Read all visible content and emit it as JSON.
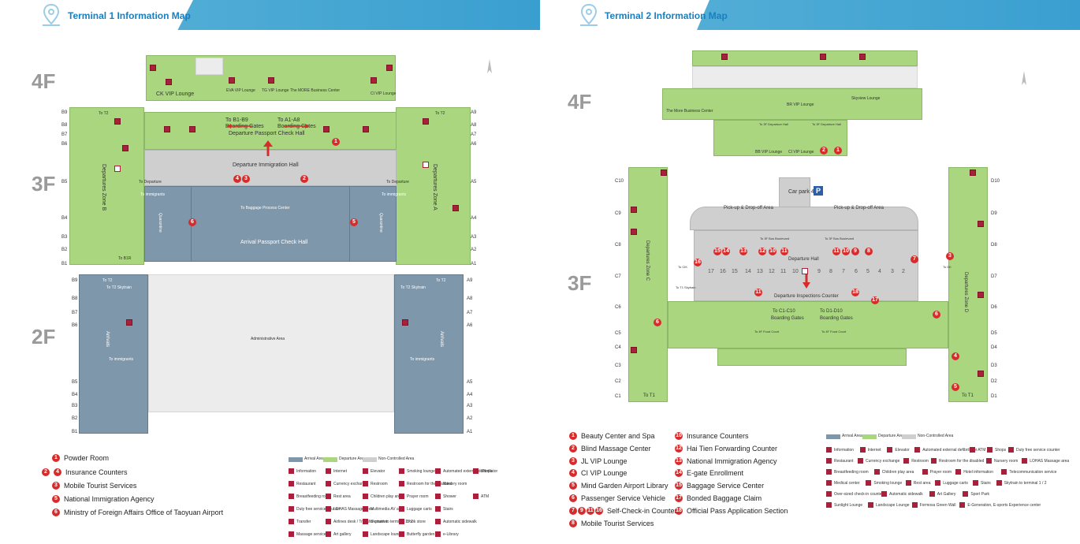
{
  "t1": {
    "title": "Terminal 1 Information Map",
    "floors": {
      "f4": "4F",
      "f3": "3F",
      "f2": "2F"
    },
    "labels": {
      "departure_passport": "Departure Passport Check Hall",
      "departure_immigration": "Departure Immigration Hall",
      "to_baggage": "To Baggage Process Center",
      "arrival_passport": "Arrival Passport Check Hall",
      "to_b1_b9": "To B1-B9",
      "boarding_gates_l": "Boarding Gates",
      "to_a1_a8": "To A1-A8",
      "boarding_gates_r": "Boarding Gates",
      "zone_b": "Departures Zone B",
      "zone_a": "Departures Zone A",
      "quarantine_l": "Quarantine",
      "quarantine_r": "Quarantine",
      "to_departure_l": "To Departure",
      "to_departure_r": "To Departure",
      "to_immigrants_l": "To immigrants",
      "to_immigrants_r": "To immigrants",
      "to_immigrants_2l": "To immigrants",
      "to_immigrants_2r": "To immigrants",
      "to_t2_3l": "To T2",
      "to_t2_3r": "To T2",
      "to_t2_2l": "To T2",
      "to_t2_2r": "To T2",
      "skytrain_l": "To T2 Skytrain",
      "skytrain_r": "To T2 Skytrain",
      "to_b1r": "To B1R",
      "admin_area": "Administrative Area",
      "arrivals_l": "Arrivals",
      "arrivals_r": "Arrivals",
      "lounge_ck": "CK VIP Lounge",
      "lounge_ev": "EVA VIP Lounge",
      "lounge_td": "TG VIP Lounge",
      "lounge_more": "The MORE Business Center",
      "lounge_ci": "CI VIP Lounge"
    },
    "gates_left_3f": [
      "B9",
      "B8",
      "B7",
      "B6",
      "B5",
      "B4",
      "B3",
      "B2",
      "B1"
    ],
    "gates_right_3f": [
      "A9",
      "A8",
      "A7",
      "A6",
      "A5",
      "A4",
      "A3",
      "A2",
      "A1"
    ],
    "gates_left_2f": [
      "B9",
      "B8",
      "B7",
      "B6",
      "B5",
      "B4",
      "B3",
      "B2",
      "B1"
    ],
    "gates_right_2f": [
      "A9",
      "A8",
      "A7",
      "A6",
      "A5",
      "A4",
      "A3",
      "A2",
      "A1"
    ],
    "markers": {
      "m1": "1",
      "m2": "2",
      "m3": "3",
      "m4": "4",
      "m5": "5",
      "m6": "6"
    },
    "legend_numbered": [
      {
        "num": "1",
        "label": "Powder Room"
      },
      {
        "num": "2",
        "num2": "4",
        "label": "Insurance Counters"
      },
      {
        "num": "3",
        "label": "Mobile Tourist Services"
      },
      {
        "num": "5",
        "label": "National Immigration Agency"
      },
      {
        "num": "6",
        "label": "Ministry of Foreign Affairs Office of Taoyuan Airport"
      }
    ],
    "area_legend": [
      "Arrival Area",
      "Departure Area",
      "Non-Controlled Area"
    ],
    "symbol_legend": [
      [
        "Information",
        "Internet",
        "Elevator",
        "Smoking lounge",
        "Automated external defibrillator",
        "Shops"
      ],
      [
        "Restaurant",
        "Currency exchange",
        "Restroom",
        "Restroom for the disabled",
        "Nursery room"
      ],
      [
        "Breastfeeding room",
        "Rest area",
        "Children play area",
        "Prayer room",
        "Shower",
        "ATM"
      ],
      [
        "Duty free service counter",
        "LOHAS Massage area",
        "Multimedia AV area",
        "Luggage carts",
        "Stairs"
      ],
      [
        "Transfer",
        "Airlines desk / Transfer counter",
        "Skytrain to terminal 1 / 2",
        "Book store",
        "Automatic sidewalk"
      ],
      [
        "Massage service",
        "Art gallery",
        "Landscape lounge",
        "Butterfly garden",
        "e-Library"
      ]
    ]
  },
  "t2": {
    "title": "Terminal 2 Information Map",
    "floors": {
      "f4": "4F",
      "f3": "3F"
    },
    "labels": {
      "the_more": "The More Business Center",
      "skyview": "Skyview Lounge",
      "br": "BR VIP Lounge",
      "bb": "BB VIP Lounge",
      "ci": "CI VIP Lounge",
      "to_3f_l": "To 3F Departure Hall",
      "to_3f_r": "To 3F Departure Hall",
      "carpark": "Car park 4",
      "pickup_l": "Pick-up & Drop-off Area",
      "pickup_r": "Pick-up & Drop-off Area",
      "dep_hall": "Departure Hall",
      "dep_inspect": "Departure Inspections Counter",
      "to_c": "To C1-C10",
      "to_c_bg": "Boarding Gates",
      "to_d": "To D1-D10",
      "to_d_bg": "Boarding Gates",
      "zone_c": "Departures Zone C",
      "zone_d": "Departures Zone D",
      "to_t1_l": "To T1",
      "to_t1_r": "To T1",
      "to_t1_sky": "To T1 Skytrain",
      "to_4f_l": "To 4F Food Court",
      "to_4f_r": "To 4F Food Court",
      "to_3f_bl": "To 3F Bus Boulevard",
      "to_3f_br": "To 3F Bus Boulevard",
      "to_cik": "To CIK",
      "to_dk": "To DK"
    },
    "counters": [
      "17",
      "16",
      "15",
      "14",
      "13",
      "12",
      "11",
      "10",
      "9",
      "8",
      "7",
      "6",
      "5",
      "4",
      "3",
      "2"
    ],
    "gates_left": [
      "C10",
      "C9",
      "C8",
      "C7",
      "C6",
      "C5",
      "C4",
      "C3",
      "C2",
      "C1"
    ],
    "gates_right": [
      "D10",
      "D9",
      "D8",
      "D7",
      "D6",
      "D5",
      "D4",
      "D3",
      "D2",
      "D1"
    ],
    "legend_left": [
      {
        "nums": [
          "1"
        ],
        "label": "Beauty Center and Spa"
      },
      {
        "nums": [
          "2"
        ],
        "label": "Blind Massage Center"
      },
      {
        "nums": [
          "3"
        ],
        "label": "JL VIP Lounge"
      },
      {
        "nums": [
          "4"
        ],
        "label": "CI VIP Lounge"
      },
      {
        "nums": [
          "5"
        ],
        "label": "Mind Garden Airport Library"
      },
      {
        "nums": [
          "6"
        ],
        "label": "Passenger Service Vehicle"
      },
      {
        "nums": [
          "7",
          "9",
          "11",
          "16"
        ],
        "label": "Self-Check-in Counters"
      },
      {
        "nums": [
          "8"
        ],
        "label": "Mobile Tourist Services"
      }
    ],
    "legend_right": [
      {
        "nums": [
          "10"
        ],
        "label": "Insurance Counters"
      },
      {
        "nums": [
          "12"
        ],
        "label": "Hai Tien Forwarding Counter"
      },
      {
        "nums": [
          "13"
        ],
        "label": "National Immigration Agency"
      },
      {
        "nums": [
          "14"
        ],
        "label": "E-gate Enrollment"
      },
      {
        "nums": [
          "15"
        ],
        "label": "Baggage Service Center"
      },
      {
        "nums": [
          "17"
        ],
        "label": "Bonded Baggage Claim"
      },
      {
        "nums": [
          "18"
        ],
        "label": "Official Pass Application Section"
      }
    ],
    "area_legend": [
      "Arrival Area",
      "Departure Area",
      "Non-Controlled Area"
    ],
    "symbol_legend": [
      [
        "Information",
        "Internet",
        "Elevator",
        "Automated external defibrillator",
        "ATM",
        "Shops",
        "Duty free service counter"
      ],
      [
        "Restaurant",
        "Currency exchange",
        "Restroom",
        "Restroom for the disabled",
        "Nursery room",
        "LOHAS Massage area"
      ],
      [
        "Breastfeeding room",
        "Children play area",
        "Prayer room",
        "Hotel information",
        "Telecommunication service"
      ],
      [
        "Medical center",
        "Smoking lounge",
        "Rest area",
        "Luggage carts",
        "Stairs",
        "Skytrain to terminal 1 / 2"
      ],
      [
        "Over-sized check-in counters",
        "Automatic sidewalk",
        "Art Gallery",
        "Sport Park"
      ],
      [
        "Sunlight Lounge",
        "Landscape Lounge",
        "Formosa Green Wall",
        "E-Generation, E-sports Experience center"
      ]
    ]
  },
  "colors": {
    "arrival": "#7e97ab",
    "departure": "#a9d67f",
    "noncontrolled": "#cfcfcf",
    "marker": "#d62c2c",
    "header": "#3a9fd0"
  }
}
